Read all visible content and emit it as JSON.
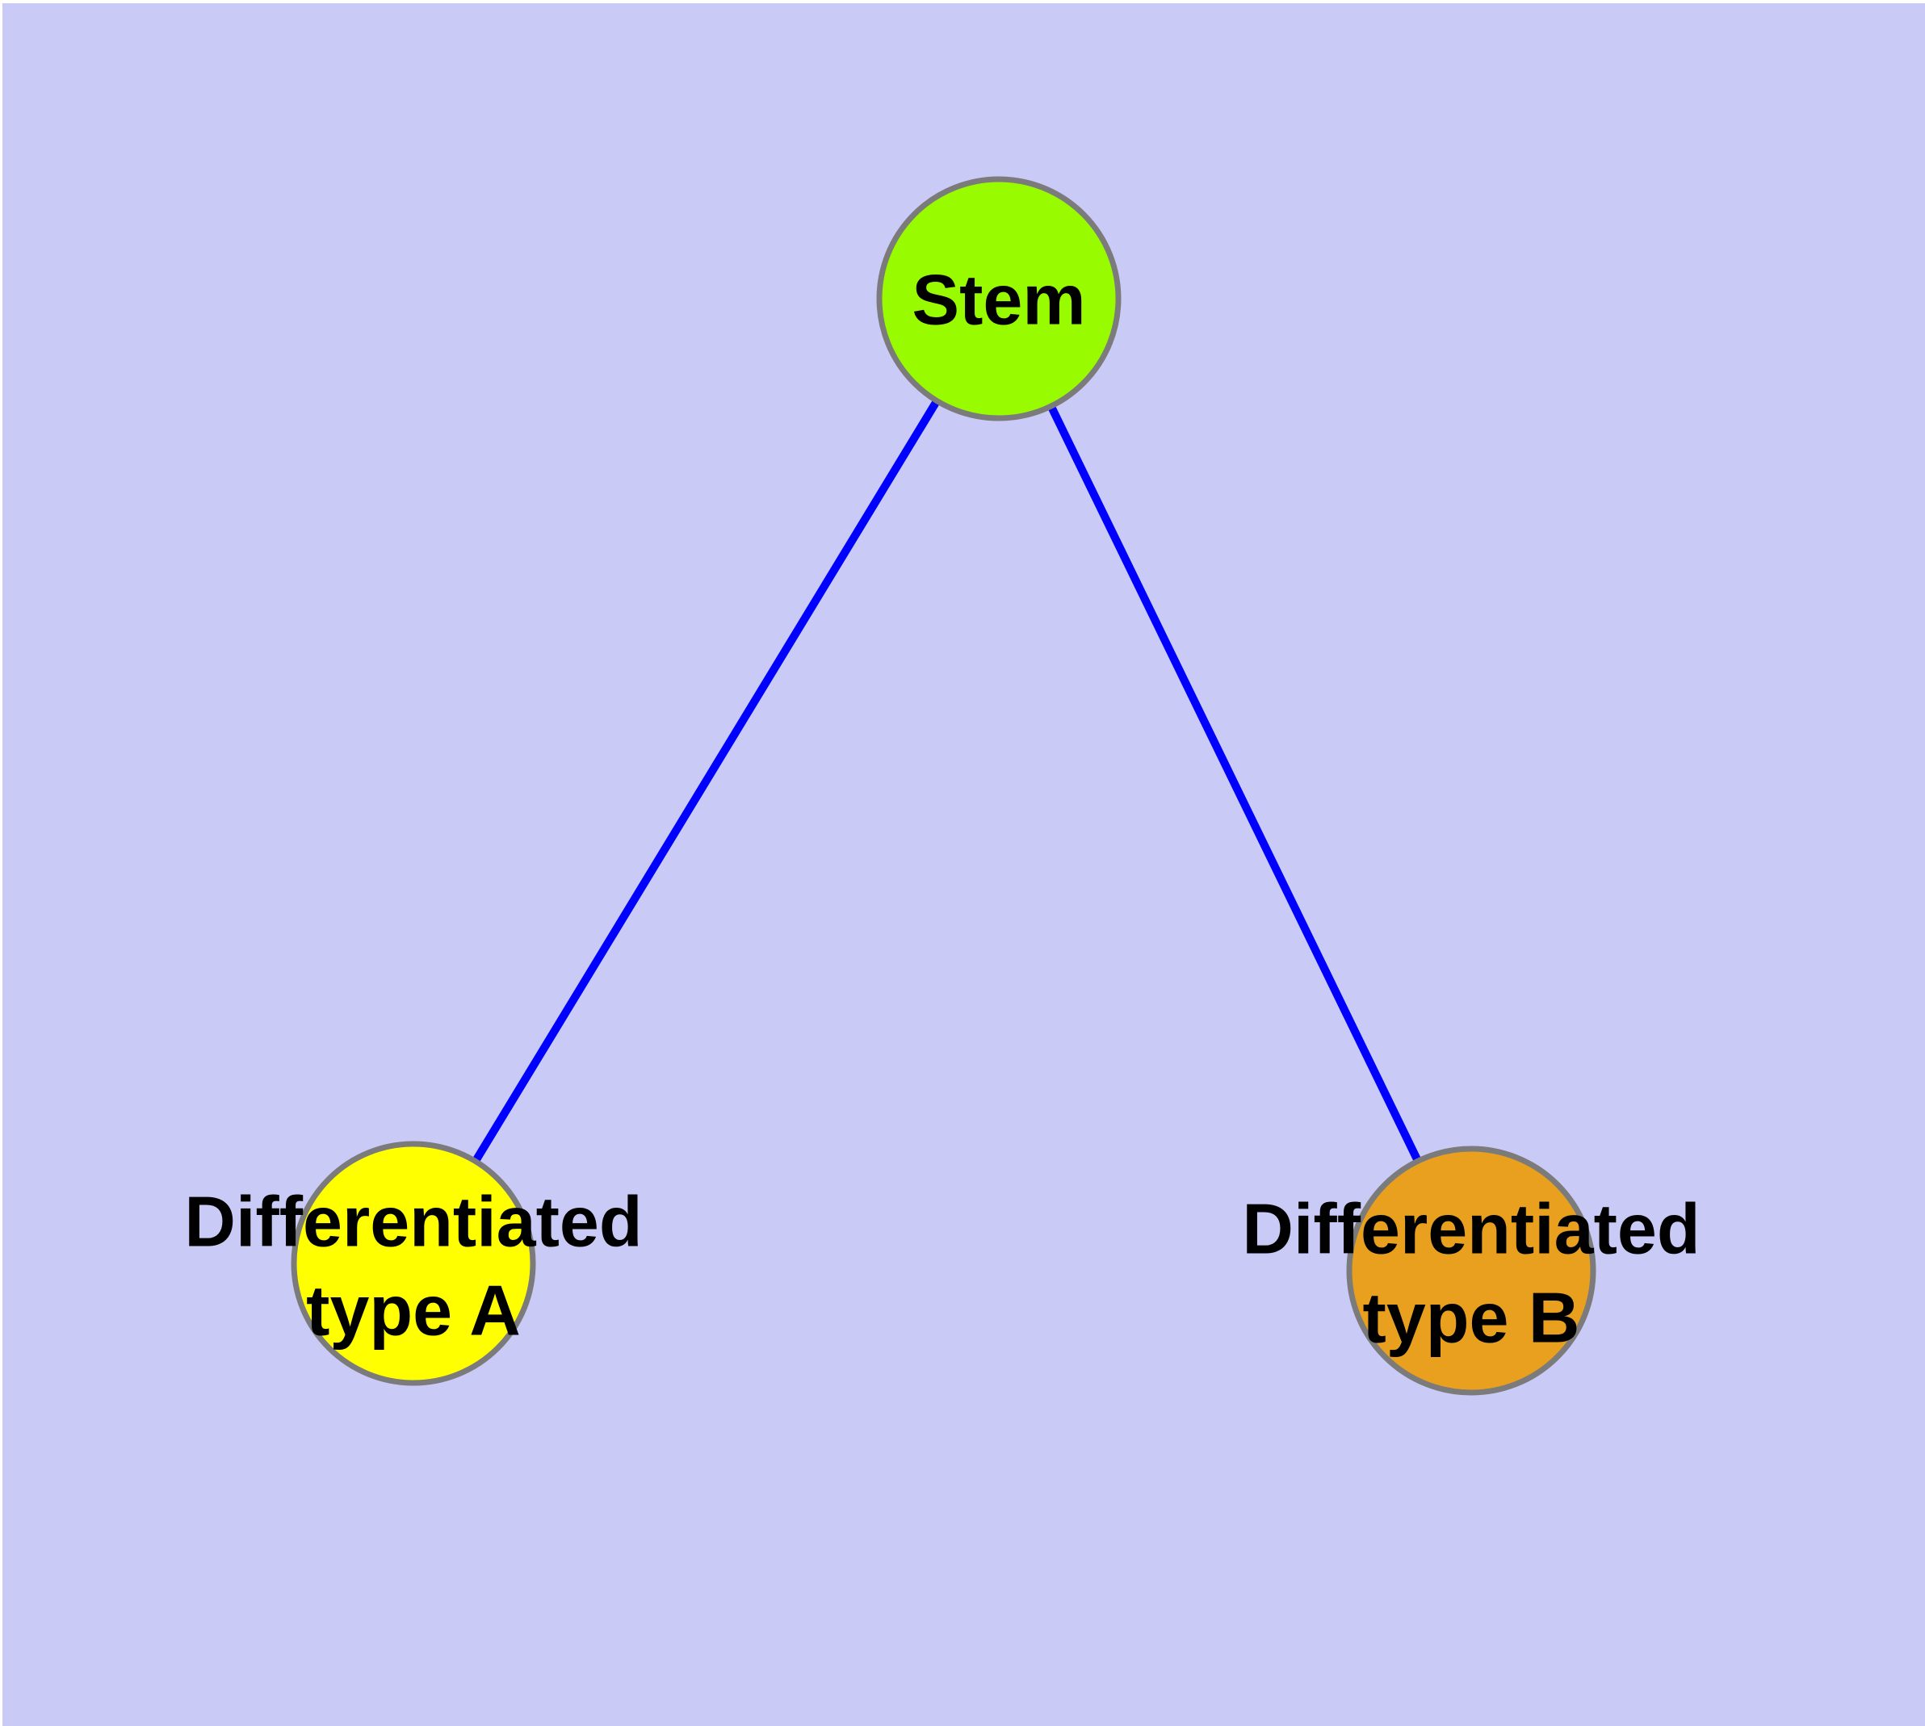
{
  "diagram": {
    "type": "node-link-graph",
    "background_color": "#CACAF7",
    "margin_color": "#FFFFFF",
    "edge_color": "#0000FF",
    "node_border_color": "#7B7B7B",
    "label_color": "#000000",
    "nodes": [
      {
        "id": "stem",
        "label": "Stem",
        "line1": "Stem",
        "line2": "",
        "color": "#99FB00"
      },
      {
        "id": "type-a",
        "label": "Differentiated type A",
        "line1": "Differentiated",
        "line2": "type A",
        "color": "#FFFF00"
      },
      {
        "id": "type-b",
        "label": "Differentiated type B",
        "line1": "Differentiated",
        "line2": "type B",
        "color": "#E8A01E"
      }
    ],
    "edges": [
      {
        "from": "Stem",
        "to": "Differentiated type A"
      },
      {
        "from": "Stem",
        "to": "Differentiated type B"
      }
    ]
  }
}
